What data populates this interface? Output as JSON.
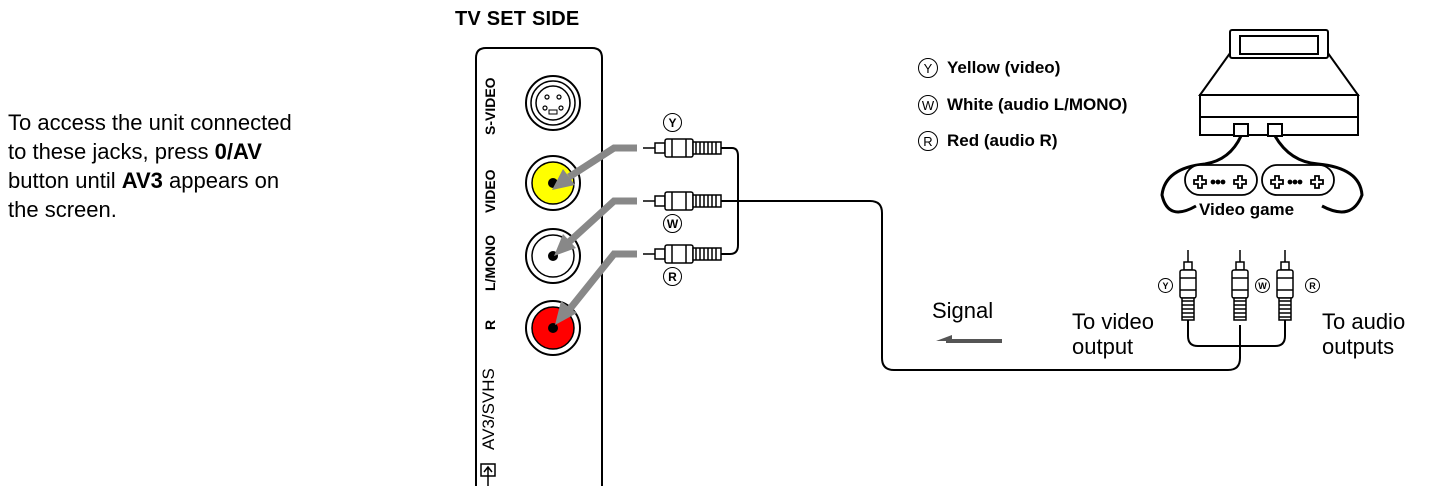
{
  "instruction": {
    "line1": "To access the unit connected",
    "line2_pre": "to these jacks, press ",
    "line2_bold": "0/AV",
    "line3_pre": "button until ",
    "line3_bold": "AV3",
    "line3_post": " appears on",
    "line4": "the screen."
  },
  "panel": {
    "title": "TV SET SIDE",
    "jack_labels": [
      "S-VIDEO",
      "VIDEO",
      "L/MONO",
      "R"
    ],
    "input_label": "AV3/SVHS"
  },
  "plug_tags": [
    "Y",
    "W",
    "R"
  ],
  "legend": [
    {
      "symbol": "Y",
      "text": "Yellow (video)"
    },
    {
      "symbol": "W",
      "text": "White (audio L/MONO)"
    },
    {
      "symbol": "R",
      "text": "Red (audio R)"
    }
  ],
  "device": {
    "caption": "Video game"
  },
  "signal": {
    "label": "Signal"
  },
  "outputs": {
    "video_line1": "To video",
    "video_line2": "output",
    "audio_line1": "To audio",
    "audio_line2": "outputs"
  },
  "colors": {
    "video": "#ffff00",
    "audio_left": "#ffffff",
    "audio_right": "#ff0000",
    "arrow": "#888888"
  }
}
